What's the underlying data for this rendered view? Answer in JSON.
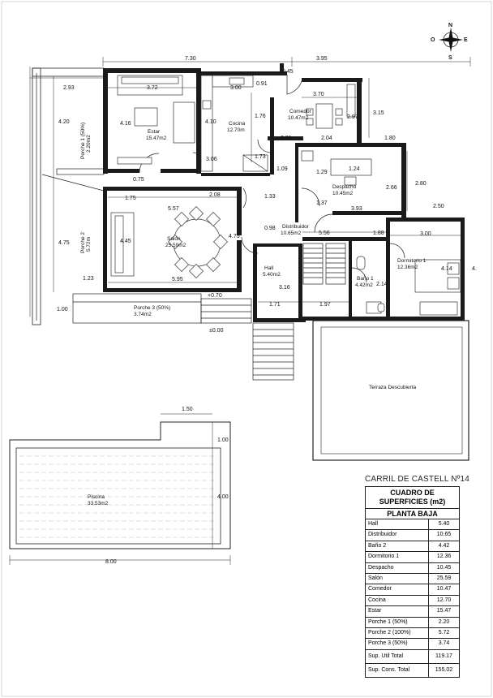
{
  "compass": {
    "n": "N",
    "s": "S",
    "e": "E",
    "o": "O"
  },
  "dims": {
    "top_left": "7.30",
    "top_right": "3.95",
    "d_045": "0.45",
    "d_293": "2.93",
    "d_372": "3.72",
    "d_091": "0.91",
    "d_300a": "3.00",
    "d_370": "3.70",
    "d_420": "4.20",
    "d_416": "4.16",
    "d_410": "4.10",
    "d_176": "1.76",
    "d_297": "2.97",
    "d_315": "3.15",
    "d_081": "0.81",
    "d_204": "2.04",
    "d_180": "1.80",
    "d_173": "1.73",
    "d_306": "3.06",
    "d_109": "1.09",
    "d_129": "1.29",
    "d_124": "1.24",
    "d_280": "2.80",
    "d_075": "0.75",
    "d_266": "2.66",
    "d_175": "1.75",
    "d_208": "2.08",
    "d_133": "1.33",
    "d_137": "1.37",
    "d_250": "2.50",
    "d_557": "5.57",
    "d_393": "3.93",
    "d_098": "0.98",
    "d_556": "5.56",
    "d_188": "1.88",
    "d_300b": "3.00",
    "d_475a": "4.75",
    "d_445": "4.45",
    "d_475b": "4.75",
    "d_414": "4.14",
    "d_4dot": "4.",
    "d_214": "2.14",
    "d_123": "1.23",
    "d_595": "5.95",
    "d_316": "3.16",
    "d_070": "+0.70",
    "d_100a": "1.00",
    "d_171": "1.71",
    "d_197": "1.97",
    "d_000": "±0.00",
    "d_150": "1.50",
    "d_100b": "1.00",
    "d_400": "4.00",
    "d_800": "8.00"
  },
  "rooms": {
    "estar": {
      "name": "Estar",
      "area": "15.47m2"
    },
    "cocina": {
      "name": "Cocina",
      "area": "12.70m"
    },
    "comedor": {
      "name": "Comedor",
      "area": "10.47m2"
    },
    "despacho": {
      "name": "Despacho",
      "area": "10.45m2"
    },
    "salon": {
      "name": "Salón",
      "area": "25.59m2"
    },
    "distribuidor": {
      "name": "Distribuidor",
      "area": "10.65m2"
    },
    "hall": {
      "name": "Hall",
      "area": "5.40m2"
    },
    "bano": {
      "name": "Baño 1",
      "area": "4.42m2"
    },
    "dormitorio": {
      "name": "Dormitorio 1",
      "area": "12.36m2"
    },
    "porche1": {
      "name": "Porche 1 (50%)",
      "area": "2.20m2"
    },
    "porche2": {
      "name": "Porche 2",
      "area": "5.72m"
    },
    "porche3": {
      "name": "Porche 3 (50%)",
      "area": "3.74m2"
    },
    "terraza": {
      "name": "Terraza Descubierta"
    },
    "piscina": {
      "name": "Piscina",
      "area": "33.53m2"
    }
  },
  "table": {
    "title": "CARRIL DE CASTELL Nº14",
    "header_line1": "CUADRO DE",
    "header_line2": "SUPERFICIES (m2)",
    "subheader": "PLANTA BAJA",
    "rows": [
      {
        "label": "Hall",
        "value": "5.40"
      },
      {
        "label": "Distribuidor",
        "value": "10.65"
      },
      {
        "label": "Baño 2",
        "value": "4.42"
      },
      {
        "label": "Dormitorio 1",
        "value": "12.36"
      },
      {
        "label": "Despacho",
        "value": "10.45"
      },
      {
        "label": "Salón",
        "value": "25.59"
      },
      {
        "label": "Comedor",
        "value": "10.47"
      },
      {
        "label": "Cocina",
        "value": "12.70"
      },
      {
        "label": "Estar",
        "value": "15.47"
      },
      {
        "label": "Porche 1 (50%)",
        "value": "2.20"
      },
      {
        "label": "Porche 2 (100%)",
        "value": "5.72"
      },
      {
        "label": "Porche 3 (50%)",
        "value": "3.74"
      }
    ],
    "total_util_label": "Sup. Util Total",
    "total_util_value": "119.17",
    "total_cons_label": "Sup. Cons. Total",
    "total_cons_value": "155.02"
  }
}
